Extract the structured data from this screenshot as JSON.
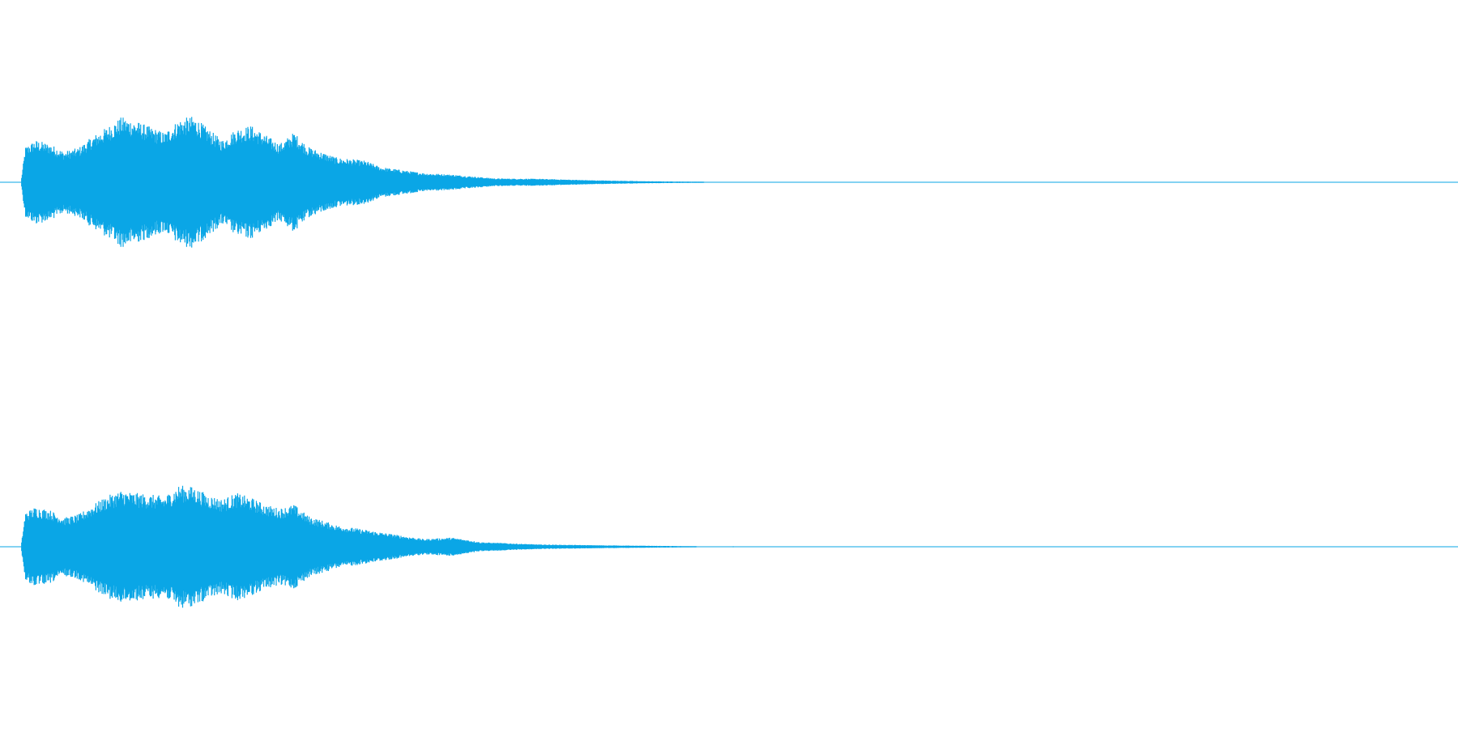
{
  "waveform": {
    "color": "#0aa6e6",
    "background": "#ffffff",
    "channels": [
      {
        "name": "",
        "envelope": [
          {
            "t": 0.0,
            "amp": 0.0
          },
          {
            "t": 0.003,
            "amp": 0.46
          },
          {
            "t": 0.01,
            "amp": 0.55
          },
          {
            "t": 0.02,
            "amp": 0.5
          },
          {
            "t": 0.03,
            "amp": 0.4
          },
          {
            "t": 0.04,
            "amp": 0.45
          },
          {
            "t": 0.05,
            "amp": 0.6
          },
          {
            "t": 0.06,
            "amp": 0.72
          },
          {
            "t": 0.07,
            "amp": 0.85
          },
          {
            "t": 0.08,
            "amp": 0.8
          },
          {
            "t": 0.09,
            "amp": 0.72
          },
          {
            "t": 0.1,
            "amp": 0.65
          },
          {
            "t": 0.11,
            "amp": 0.82
          },
          {
            "t": 0.12,
            "amp": 0.86
          },
          {
            "t": 0.13,
            "amp": 0.7
          },
          {
            "t": 0.14,
            "amp": 0.55
          },
          {
            "t": 0.15,
            "amp": 0.7
          },
          {
            "t": 0.16,
            "amp": 0.74
          },
          {
            "t": 0.17,
            "amp": 0.62
          },
          {
            "t": 0.18,
            "amp": 0.5
          },
          {
            "t": 0.19,
            "amp": 0.65
          },
          {
            "t": 0.2,
            "amp": 0.46
          },
          {
            "t": 0.22,
            "amp": 0.32
          },
          {
            "t": 0.24,
            "amp": 0.28
          },
          {
            "t": 0.25,
            "amp": 0.2
          },
          {
            "t": 0.28,
            "amp": 0.12
          },
          {
            "t": 0.3,
            "amp": 0.1
          },
          {
            "t": 0.33,
            "amp": 0.05
          },
          {
            "t": 0.36,
            "amp": 0.045
          },
          {
            "t": 0.4,
            "amp": 0.025
          },
          {
            "t": 0.44,
            "amp": 0.012
          },
          {
            "t": 0.475,
            "amp": 0.008
          },
          {
            "t": 0.476,
            "amp": 0.0
          },
          {
            "t": 1.0,
            "amp": 0.0
          }
        ]
      },
      {
        "name": "",
        "envelope": [
          {
            "t": 0.0,
            "amp": 0.0
          },
          {
            "t": 0.003,
            "amp": 0.45
          },
          {
            "t": 0.01,
            "amp": 0.52
          },
          {
            "t": 0.02,
            "amp": 0.48
          },
          {
            "t": 0.03,
            "amp": 0.38
          },
          {
            "t": 0.04,
            "amp": 0.42
          },
          {
            "t": 0.05,
            "amp": 0.55
          },
          {
            "t": 0.06,
            "amp": 0.66
          },
          {
            "t": 0.07,
            "amp": 0.74
          },
          {
            "t": 0.08,
            "amp": 0.7
          },
          {
            "t": 0.09,
            "amp": 0.68
          },
          {
            "t": 0.1,
            "amp": 0.66
          },
          {
            "t": 0.11,
            "amp": 0.8
          },
          {
            "t": 0.12,
            "amp": 0.78
          },
          {
            "t": 0.13,
            "amp": 0.68
          },
          {
            "t": 0.14,
            "amp": 0.62
          },
          {
            "t": 0.15,
            "amp": 0.7
          },
          {
            "t": 0.16,
            "amp": 0.64
          },
          {
            "t": 0.17,
            "amp": 0.55
          },
          {
            "t": 0.18,
            "amp": 0.5
          },
          {
            "t": 0.19,
            "amp": 0.55
          },
          {
            "t": 0.2,
            "amp": 0.4
          },
          {
            "t": 0.22,
            "amp": 0.28
          },
          {
            "t": 0.24,
            "amp": 0.22
          },
          {
            "t": 0.26,
            "amp": 0.16
          },
          {
            "t": 0.28,
            "amp": 0.1
          },
          {
            "t": 0.3,
            "amp": 0.12
          },
          {
            "t": 0.32,
            "amp": 0.06
          },
          {
            "t": 0.36,
            "amp": 0.03
          },
          {
            "t": 0.4,
            "amp": 0.02
          },
          {
            "t": 0.44,
            "amp": 0.012
          },
          {
            "t": 0.47,
            "amp": 0.008
          },
          {
            "t": 0.471,
            "amp": 0.0
          },
          {
            "t": 0.493,
            "amp": 0.0
          },
          {
            "t": 0.494,
            "amp": 0.006
          },
          {
            "t": 0.496,
            "amp": 0.006
          },
          {
            "t": 0.497,
            "amp": 0.0
          },
          {
            "t": 1.0,
            "amp": 0.0
          }
        ]
      }
    ]
  }
}
